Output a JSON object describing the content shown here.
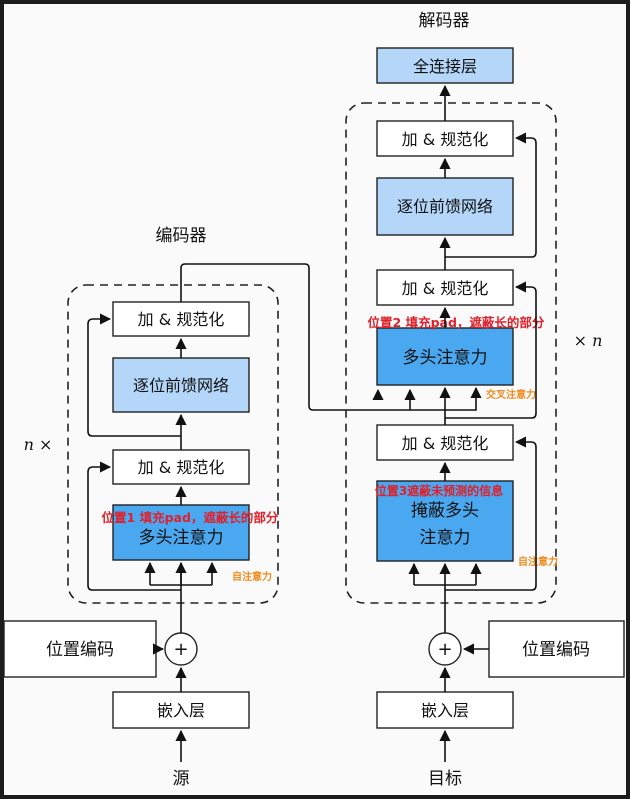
{
  "encoder": {
    "title": "编码器",
    "repeat_label": "n ×",
    "add_norm_top": "加 & 规范化",
    "ffn": "逐位前馈网络",
    "add_norm_bottom": "加 & 规范化",
    "attention": "多头注意力",
    "annotation_red": "位置1 填充pad，遮蔽长的部分",
    "annotation_orange": "自注意力",
    "pos_encoding": "位置编码",
    "embedding": "嵌入层",
    "input": "源"
  },
  "decoder": {
    "title": "解码器",
    "repeat_label": "× n",
    "dense": "全连接层",
    "add_norm_top": "加 & 规范化",
    "ffn": "逐位前馈网络",
    "add_norm_mid": "加 & 规范化",
    "cross_attention": "多头注意力",
    "annotation_red_cross": "位置2 填充pad，遮蔽长的部分",
    "annotation_orange_cross": "交叉注意力",
    "add_norm_bottom": "加 & 规范化",
    "masked_attention_line1": "掩蔽多头",
    "masked_attention_line2": "注意力",
    "annotation_red_masked": "位置3遮蔽未预测的信息",
    "annotation_orange_masked": "自注意力",
    "pos_encoding": "位置编码",
    "embedding": "嵌入层",
    "input": "目标"
  },
  "colors": {
    "background": "#fafafa",
    "attention_fill": "#4aa8f0",
    "ffn_fill": "#b4d6f8",
    "dense_fill": "#b4d6f8",
    "box_fill": "#ffffff"
  }
}
